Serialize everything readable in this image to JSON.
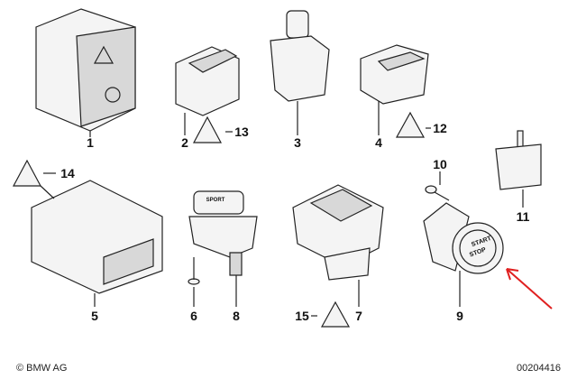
{
  "part_numbers": [
    "1",
    "2",
    "3",
    "4",
    "5",
    "6",
    "7",
    "8",
    "9",
    "10",
    "11",
    "12",
    "13",
    "14",
    "15"
  ],
  "part_text": {
    "sport": "SPORT",
    "start": "START",
    "stop": "STOP"
  },
  "footer": {
    "copyright": "© BMW AG",
    "diagram_id": "00204416"
  },
  "colors": {
    "annotation_arrow": "#e02020"
  }
}
